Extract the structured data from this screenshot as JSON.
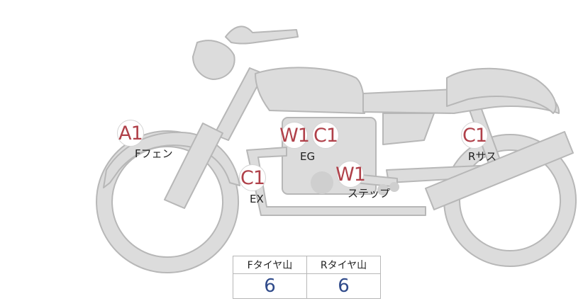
{
  "diagram": {
    "markers": [
      {
        "id": "front-fender",
        "code": "A1",
        "label": "Fフェン"
      },
      {
        "id": "engine-1",
        "code": "W1",
        "label": "EG"
      },
      {
        "id": "engine-2",
        "code": "C1",
        "label": ""
      },
      {
        "id": "exhaust",
        "code": "C1",
        "label": "EX"
      },
      {
        "id": "step",
        "code": "W1",
        "label": "ステップ"
      },
      {
        "id": "rear-suspension",
        "code": "C1",
        "label": "Rサス"
      }
    ]
  },
  "tire_tread": {
    "headers": [
      "Fタイヤ山",
      "Rタイヤ山"
    ],
    "values": [
      "6",
      "6"
    ]
  },
  "colors": {
    "body_fill": "#dcdcdc",
    "outline": "#b7b7b7",
    "marker_text": "#b0414a",
    "value_text": "#2f4a8a"
  }
}
